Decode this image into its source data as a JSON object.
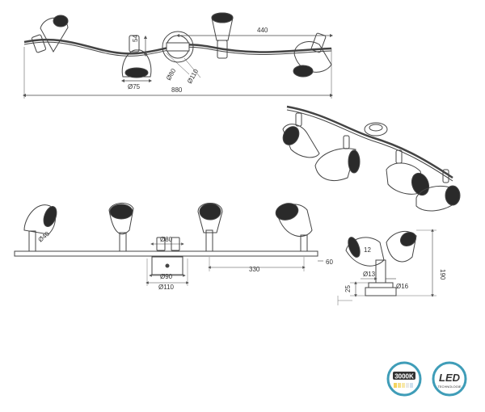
{
  "dimensions": {
    "top_54": "54",
    "top_440": "440",
    "top_d80": "Ø80",
    "top_d110": "Ø110",
    "top_d75": "Ø75",
    "top_880": "880",
    "front_d40": "Ø40",
    "front_d80": "Ø80",
    "front_d90": "Ø90",
    "front_d110": "Ø110",
    "front_330": "330",
    "front_60": "60",
    "side_12": "12",
    "side_190": "190",
    "side_25": "25",
    "side_d13": "Ø13",
    "side_d16": "Ø16"
  },
  "badges": {
    "color_temp": {
      "label": "3000K",
      "color": "#3f9db8"
    },
    "led": {
      "label": "LED",
      "sublabel": "TECHNOLOGIE",
      "color": "#3f9db8"
    }
  }
}
